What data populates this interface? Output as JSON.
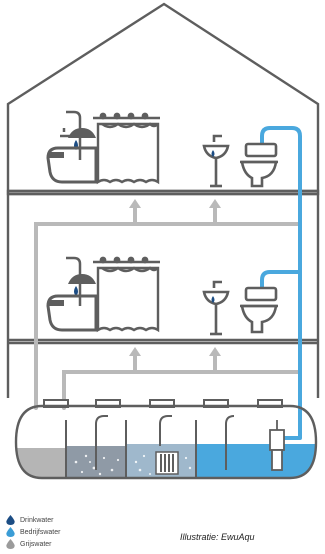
{
  "colors": {
    "outline": "#5e5e5e",
    "drinkwater": "#1c4d84",
    "bedrijfswater": "#3b9dd6",
    "grijswater": "#9b9b9b",
    "water_blue": "#4aa8de",
    "water_grey": "#b5b5b5"
  },
  "icons": [
    "house-outline",
    "shower-icon",
    "bathtub-icon",
    "curtain-icon",
    "sink-icon",
    "toilet-icon",
    "tank-icon",
    "filter-icon",
    "pump-icon",
    "drop-icon"
  ],
  "legend": [
    {
      "label": "Drinkwater",
      "color": "#1c4d84"
    },
    {
      "label": "Bedrijfswater",
      "color": "#3b9dd6"
    },
    {
      "label": "Grijswater",
      "color": "#9b9b9b"
    }
  ],
  "credit": "Illustratie: EwuAqu"
}
